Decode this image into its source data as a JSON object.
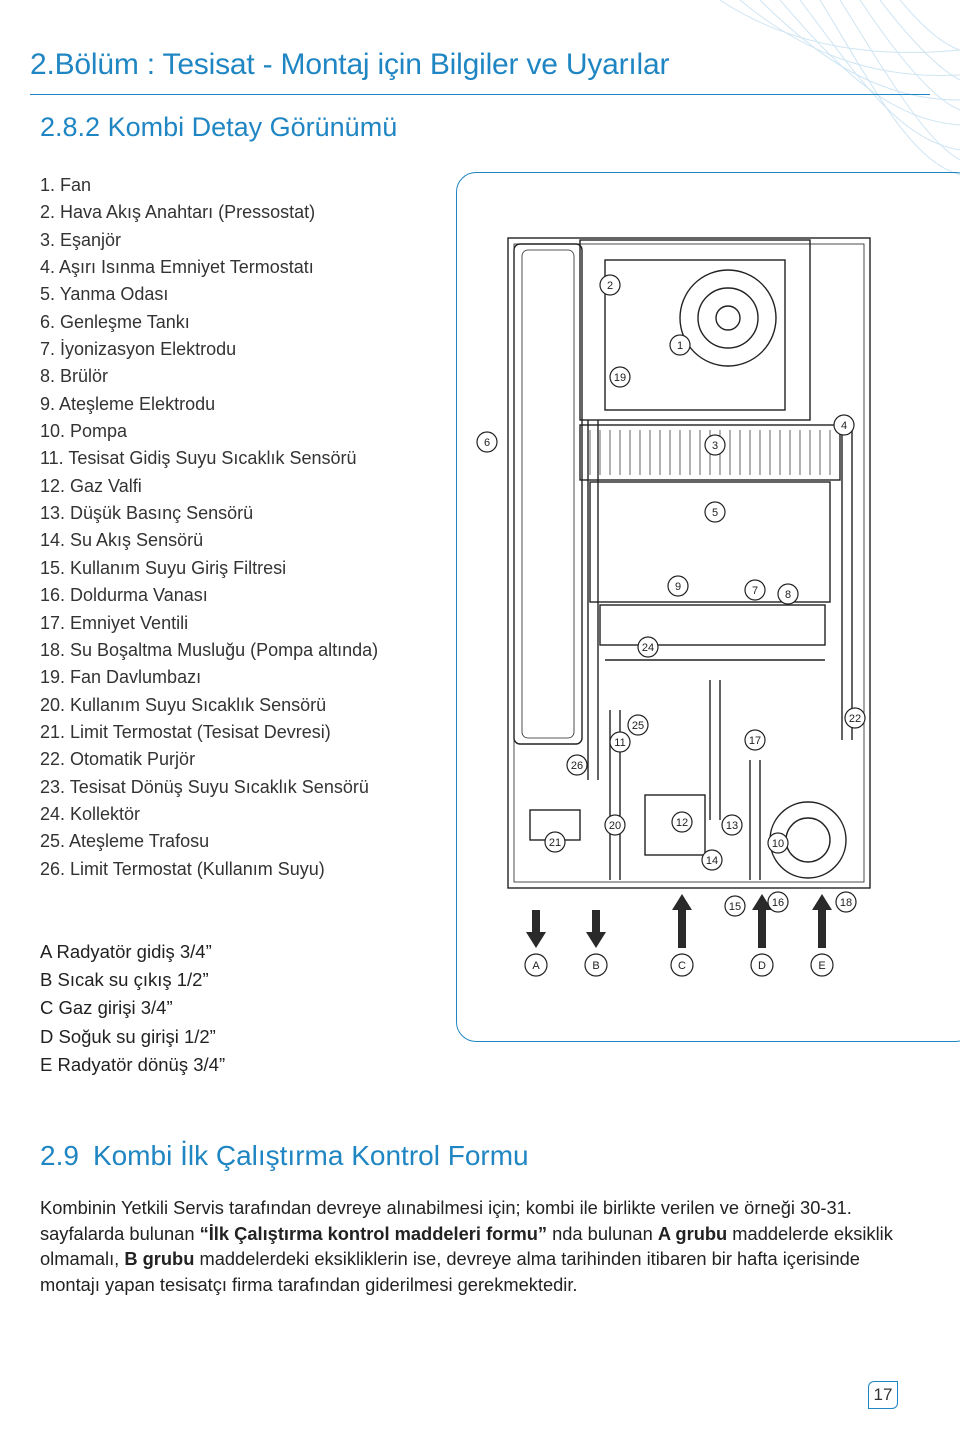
{
  "header": {
    "title": "2.Bölüm : Tesisat - Montaj için Bilgiler ve Uyarılar",
    "subtitle_num": "2.8.2",
    "subtitle_text": "Kombi Detay Görünümü"
  },
  "parts": [
    "1.  Fan",
    "2.  Hava Akış Anahtarı (Pressostat)",
    "3.  Eşanjör",
    "4.  Aşırı Isınma Emniyet Termostatı",
    "5.  Yanma Odası",
    "6.  Genleşme Tankı",
    "7.  İyonizasyon Elektrodu",
    "8.  Brülör",
    "9.  Ateşleme Elektrodu",
    "10. Pompa",
    "11. Tesisat Gidiş Suyu Sıcaklık Sensörü",
    "12. Gaz Valfi",
    "13. Düşük Basınç Sensörü",
    "14. Su Akış Sensörü",
    "15. Kullanım Suyu Giriş Filtresi",
    "16. Doldurma Vanası",
    "17. Emniyet Ventili",
    "18. Su Boşaltma Musluğu (Pompa altında)",
    "19. Fan Davlumbazı",
    "20. Kullanım Suyu Sıcaklık Sensörü",
    "21. Limit Termostat (Tesisat Devresi)",
    "22. Otomatik Purjör",
    "23. Tesisat Dönüş Suyu Sıcaklık Sensörü",
    "24. Kollektör",
    "25. Ateşleme Trafosu",
    "26. Limit Termostat (Kullanım Suyu)"
  ],
  "connections": [
    "A Radyatör gidiş 3/4”",
    "B Sıcak su çıkış 1/2”",
    "C Gaz girişi 3/4”",
    "D Soğuk su girişi 1/2”",
    "E Radyatör dönüş 3/4”"
  ],
  "diagram": {
    "callouts": [
      "1",
      "2",
      "3",
      "4",
      "5",
      "6",
      "7",
      "8",
      "9",
      "10",
      "11",
      "12",
      "13",
      "14",
      "15",
      "16",
      "17",
      "18",
      "19",
      "20",
      "21",
      "22",
      "24",
      "25",
      "26"
    ],
    "port_labels": [
      "A",
      "B",
      "C",
      "D",
      "E"
    ]
  },
  "section": {
    "num": "2.9",
    "title": "Kombi İlk Çalıştırma Kontrol Formu"
  },
  "paragraph": {
    "p1": "Kombinin Yetkili Servis tarafından devreye alınabilmesi için; kombi ile birlikte verilen ve örneği 30-31. sayfalarda bulunan ",
    "b1": "“İlk Çalıştırma kontrol maddeleri formu”",
    "p2": " nda bulunan ",
    "b2": "A grubu",
    "p3": " maddelerde eksiklik olmamalı, ",
    "b3": "B grubu",
    "p4": " maddelerdeki eksikliklerin ise, devreye alma tarihinden itibaren bir hafta içerisinde montajı yapan tesisatçı firma tarafından giderilmesi gerekmektedir."
  },
  "page_number": "17",
  "colors": {
    "accent": "#1f86c3",
    "text": "#222222"
  }
}
